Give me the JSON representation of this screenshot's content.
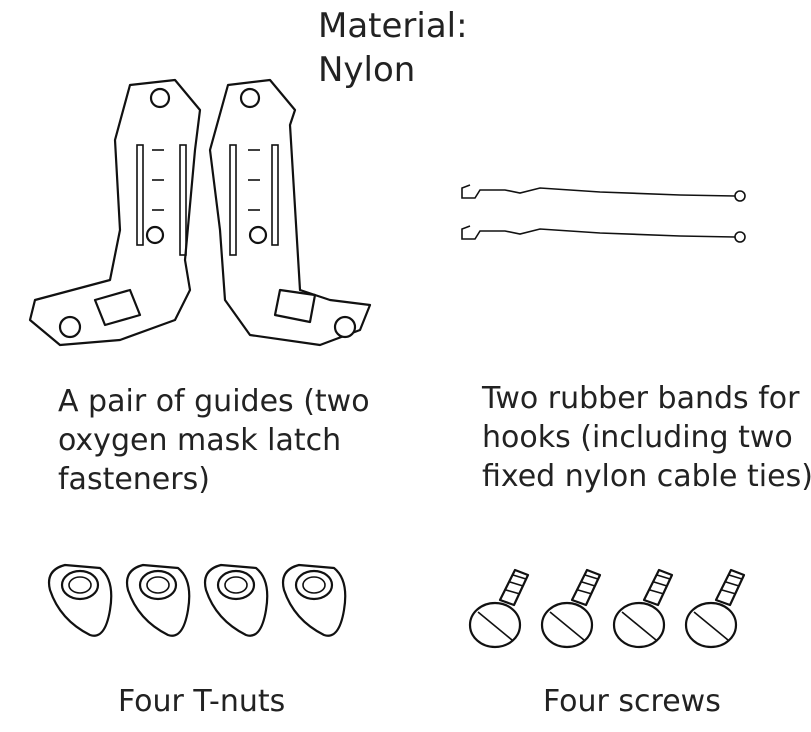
{
  "material": {
    "line1": "Material:",
    "line2": "Nylon"
  },
  "items": [
    {
      "icon": "latch-guides",
      "lines": [
        "A pair of guides (two",
        "oxygen mask latch",
        "fasteners)"
      ]
    },
    {
      "icon": "rubber-bands",
      "lines": [
        "Two rubber bands for",
        "hooks (including two",
        "fixed nylon cable ties)"
      ]
    },
    {
      "icon": "t-nuts",
      "lines": [
        "Four T-nuts"
      ]
    },
    {
      "icon": "screws",
      "lines": [
        "Four screws"
      ]
    }
  ]
}
